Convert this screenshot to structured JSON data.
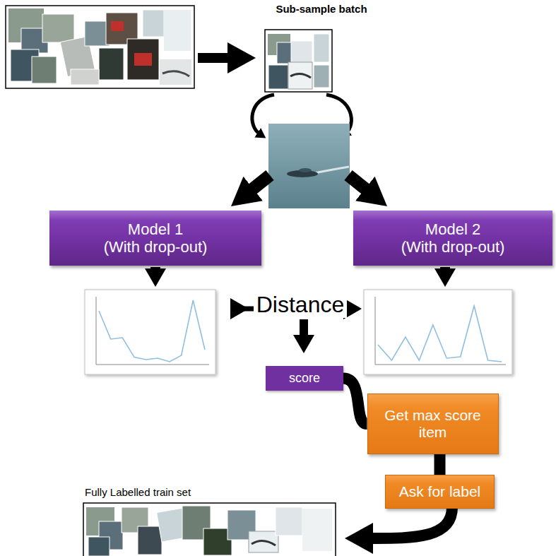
{
  "diagram": {
    "nodes": [
      {
        "text": [
          "Model 1",
          "(With drop-out)"
        ]
      },
      {
        "text": [
          "Model 2",
          "(With drop-out)"
        ]
      },
      {
        "text": [
          "score"
        ]
      },
      {
        "text": [
          "Get max score item"
        ]
      },
      {
        "text": [
          "Ask for label"
        ]
      }
    ],
    "edges": [
      {
        "from": 2,
        "to": 3,
        "arrow": "none"
      },
      {
        "from": 3,
        "to": 4,
        "arrow": "none"
      }
    ],
    "labels": [
      "Sub-sample batch",
      "Distance",
      "Fully Labelled train set"
    ]
  }
}
